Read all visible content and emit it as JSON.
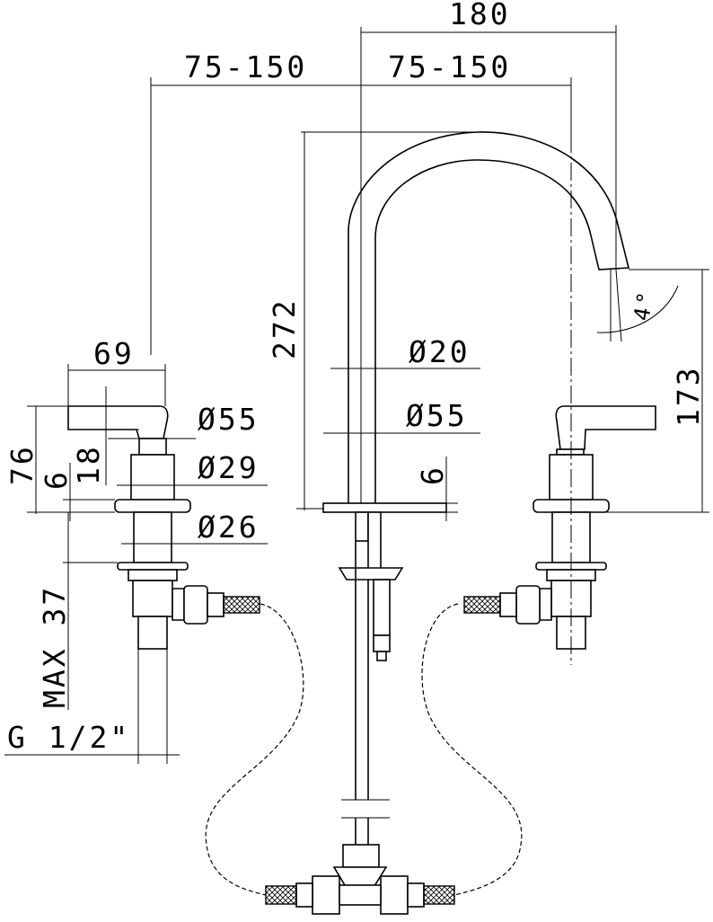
{
  "dimensions": {
    "total_width": "180",
    "spread_left": "75-150",
    "spread_right": "75-150",
    "handle_width": "69",
    "spout_height": "272",
    "outlet_height": "173",
    "spout_tilt": "4°",
    "handle_height": "76",
    "handle_lever": "18",
    "base_thickness_left": "6",
    "base_thickness_center": "6",
    "diam_body": "Ø55",
    "diam_spout": "Ø20",
    "diam_spout_base": "Ø55",
    "diam_valve": "Ø29",
    "diam_shank": "Ø26",
    "max_deck": "MAX 37",
    "thread": "G 1/2\""
  }
}
